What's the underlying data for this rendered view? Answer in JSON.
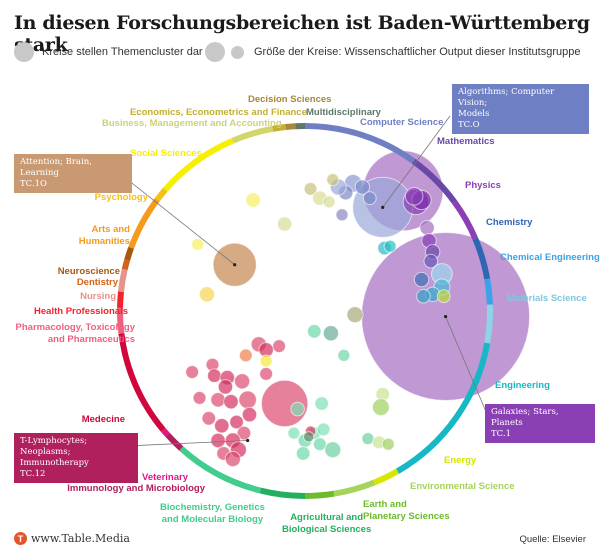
{
  "title": "In diesen Forschungsbereichen ist Baden-Württemberg stark",
  "legend": {
    "item1": "Kreise stellen Themencluster dar",
    "item2": "Größe der Kreise: Wissenschaftlicher Output dieser Institutsgruppe",
    "color": "#c8c8c8"
  },
  "footer": {
    "logo_letter": "T",
    "site": "www.Table.Media",
    "source": "Quelle: Elsevier"
  },
  "chart_data": {
    "type": "bubble-ring",
    "ring_segments": [
      {
        "name": "Computer Science",
        "from": 0,
        "to": 36,
        "color": "#6f7fc4"
      },
      {
        "name": "Mathematics",
        "from": 36,
        "to": 54,
        "color": "#6a48a8"
      },
      {
        "name": "Physics",
        "from": 54,
        "to": 67,
        "color": "#8a3fb5"
      },
      {
        "name": "Chemistry",
        "from": 67,
        "to": 80,
        "color": "#2f65b2"
      },
      {
        "name": "Chemical Engineering",
        "from": 80,
        "to": 88,
        "color": "#3aa2e8"
      },
      {
        "name": "Materials Science",
        "from": 88,
        "to": 100,
        "color": "#8fd3e6"
      },
      {
        "name": "Engineering",
        "from": 100,
        "to": 150,
        "color": "#15b8c4"
      },
      {
        "name": "Energy",
        "from": 150,
        "to": 158,
        "color": "#d6e600"
      },
      {
        "name": "Environmental Science",
        "from": 158,
        "to": 171,
        "color": "#a6d45a"
      },
      {
        "name": "Earth and Planetary Sciences",
        "from": 171,
        "to": 180,
        "color": "#6cbb2a"
      },
      {
        "name": "Agricultural and Biological Sciences",
        "from": 180,
        "to": 194,
        "color": "#22b060"
      },
      {
        "name": "Biochemistry, Genetics and Molecular Biology",
        "from": 194,
        "to": 222,
        "color": "#42cc8e"
      },
      {
        "name": "Immunology and Microbiology",
        "from": 222,
        "to": 228,
        "color": "#b0205c"
      },
      {
        "name": "Veterinary",
        "from": 228,
        "to": 230,
        "color": "#e6148a"
      },
      {
        "name": "Medecine",
        "from": 230,
        "to": 263,
        "color": "#d1063c"
      },
      {
        "name": "Pharmacology, Toxicology and Pharmaceutics",
        "from": 263,
        "to": 271,
        "color": "#f06080"
      },
      {
        "name": "Health Professionals",
        "from": 271,
        "to": 276,
        "color": "#f5222d"
      },
      {
        "name": "Nursing",
        "from": 276,
        "to": 283,
        "color": "#e8928c"
      },
      {
        "name": "Dentistry",
        "from": 283,
        "to": 286,
        "color": "#d4621a"
      },
      {
        "name": "Neuroscience",
        "from": 286,
        "to": 290,
        "color": "#a65a0c"
      },
      {
        "name": "Arts and Humanities",
        "from": 290,
        "to": 307,
        "color": "#f59a1a"
      },
      {
        "name": "Psychology",
        "from": 307,
        "to": 311,
        "color": "#f7c016"
      },
      {
        "name": "Social Sciences",
        "from": 311,
        "to": 337,
        "color": "#f6f000"
      },
      {
        "name": "Business, Management and Accounting",
        "from": 337,
        "to": 350,
        "color": "#d2d66a"
      },
      {
        "name": "Economics, Econometrics and Finance",
        "from": 350,
        "to": 354,
        "color": "#c4b02e"
      },
      {
        "name": "Decision Sciences",
        "from": 354,
        "to": 357,
        "color": "#a8873a"
      },
      {
        "name": "Multidisciplinary",
        "from": 357,
        "to": 360,
        "color": "#5e7868"
      }
    ],
    "labels": [
      {
        "text": "Decision Sciences",
        "color": "#a8873a"
      },
      {
        "text": "Economics, Econometrics and Finance",
        "color": "#c4b02e"
      },
      {
        "text": "Multidisciplinary",
        "color": "#5e7868"
      },
      {
        "text": "Business, Management and Accounting",
        "color": "#cdd27a"
      },
      {
        "text": "Computer Science",
        "color": "#6f7fc4"
      },
      {
        "text": "Mathematics",
        "color": "#6a48a8"
      },
      {
        "text": "Physics",
        "color": "#8a3fb5"
      },
      {
        "text": "Chemistry",
        "color": "#2f65b2"
      },
      {
        "text": "Chemical Engineering",
        "color": "#3aa2e8"
      },
      {
        "text": "Materials Science",
        "color": "#7cc8e0"
      },
      {
        "text": "Engineering",
        "color": "#15b8c4"
      },
      {
        "text": "Energy",
        "color": "#d6e600"
      },
      {
        "text": "Environmental Science",
        "color": "#a6d45a"
      },
      {
        "text": "Earth and\nPlanetary Sciences",
        "color": "#6cbb2a"
      },
      {
        "text": "Agricultural and\nBiological Sciences",
        "color": "#22b060"
      },
      {
        "text": "Biochemistry, Genetics\nand Molecular Biology",
        "color": "#42cc8e"
      },
      {
        "text": "Veterinary",
        "color": "#e6148a"
      },
      {
        "text": "Immunology and Microbiology",
        "color": "#b0205c"
      },
      {
        "text": "Medecine",
        "color": "#d1063c"
      },
      {
        "text": "Pharmacology, Toxicology\nand Pharmaceutics",
        "color": "#f06080"
      },
      {
        "text": "Health Professionals",
        "color": "#f5222d"
      },
      {
        "text": "Nursing",
        "color": "#e8928c"
      },
      {
        "text": "Dentistry",
        "color": "#d4621a"
      },
      {
        "text": "Neuroscience",
        "color": "#a65a0c"
      },
      {
        "text": "Arts and\nHumanities",
        "color": "#f59a1a"
      },
      {
        "text": "Psychology",
        "color": "#f7c016"
      },
      {
        "text": "Social Sciences",
        "color": "#f6f000"
      }
    ],
    "callouts": [
      {
        "lines": [
          "Algorithms; Computer Vision;",
          "Models",
          "TC.O"
        ],
        "color": "#6f7fc4"
      },
      {
        "lines": [
          "Attention; Brain, Learning",
          "TC.1O"
        ],
        "color": "#c99a72"
      },
      {
        "lines": [
          "Galaxies; Stars, Planets",
          "TC.1"
        ],
        "color": "#8a3fb5"
      },
      {
        "lines": [
          "T-Lymphocytes; Neoplasms;",
          "Immunotherapy",
          "TC.12"
        ],
        "color": "#b0205c"
      }
    ],
    "bubbles": [
      {
        "x": 0.53,
        "y": -0.65,
        "size": 1.0,
        "color": "#a56cc2"
      },
      {
        "x": 0.42,
        "y": -0.56,
        "size": 0.75,
        "color": "#9aa8d8"
      },
      {
        "x": 0.76,
        "y": 0.03,
        "size": 2.1,
        "color": "#a56cc2"
      },
      {
        "x": -0.38,
        "y": -0.25,
        "size": 0.54,
        "color": "#c4864e"
      },
      {
        "x": -0.11,
        "y": 0.5,
        "size": 0.58,
        "color": "#dc4a70"
      },
      {
        "x": 0.6,
        "y": -0.59,
        "size": 0.32,
        "color": "#8a3fb5"
      },
      {
        "x": 0.63,
        "y": -0.6,
        "size": 0.24,
        "color": "#7a2aa8"
      },
      {
        "x": 0.59,
        "y": -0.62,
        "size": 0.22,
        "color": "#8a3fb5"
      },
      {
        "x": 0.66,
        "y": -0.45,
        "size": 0.18,
        "color": "#a56cc2"
      },
      {
        "x": 0.67,
        "y": -0.38,
        "size": 0.18,
        "color": "#8a3fb5"
      },
      {
        "x": 0.69,
        "y": -0.32,
        "size": 0.18,
        "color": "#6a48a8"
      },
      {
        "x": 0.68,
        "y": -0.27,
        "size": 0.17,
        "color": "#6a5ab8"
      },
      {
        "x": 0.63,
        "y": -0.17,
        "size": 0.18,
        "color": "#3e72b8"
      },
      {
        "x": 0.74,
        "y": -0.2,
        "size": 0.26,
        "color": "#9bd7ea"
      },
      {
        "x": 0.74,
        "y": -0.13,
        "size": 0.2,
        "color": "#4ab8d8"
      },
      {
        "x": 0.69,
        "y": -0.09,
        "size": 0.18,
        "color": "#3aa8cc"
      },
      {
        "x": 0.75,
        "y": -0.08,
        "size": 0.16,
        "color": "#b6de3a"
      },
      {
        "x": 0.64,
        "y": -0.08,
        "size": 0.17,
        "color": "#3a9ec6"
      },
      {
        "x": 0.43,
        "y": -0.34,
        "size": 0.17,
        "color": "#2fb6c8"
      },
      {
        "x": 0.46,
        "y": -0.35,
        "size": 0.15,
        "color": "#24c0c8"
      },
      {
        "x": 0.26,
        "y": -0.69,
        "size": 0.22,
        "color": "#8b9ad0"
      },
      {
        "x": 0.31,
        "y": -0.67,
        "size": 0.18,
        "color": "#7a8bc8"
      },
      {
        "x": 0.22,
        "y": -0.64,
        "size": 0.18,
        "color": "#7a8bc8"
      },
      {
        "x": 0.35,
        "y": -0.61,
        "size": 0.16,
        "color": "#7a8bc8"
      },
      {
        "x": 0.18,
        "y": -0.67,
        "size": 0.2,
        "color": "#9aa8d8"
      },
      {
        "x": 0.2,
        "y": -0.52,
        "size": 0.15,
        "color": "#8a86c0"
      },
      {
        "x": 0.15,
        "y": -0.71,
        "size": 0.15,
        "color": "#c8c07a"
      },
      {
        "x": 0.03,
        "y": -0.66,
        "size": 0.16,
        "color": "#c8c07a"
      },
      {
        "x": 0.08,
        "y": -0.61,
        "size": 0.18,
        "color": "#d8dc9a"
      },
      {
        "x": 0.13,
        "y": -0.59,
        "size": 0.15,
        "color": "#d8dc9a"
      },
      {
        "x": -0.28,
        "y": -0.6,
        "size": 0.18,
        "color": "#f6f060"
      },
      {
        "x": -0.11,
        "y": -0.47,
        "size": 0.18,
        "color": "#d8dc9a"
      },
      {
        "x": -0.58,
        "y": -0.36,
        "size": 0.15,
        "color": "#f6f060"
      },
      {
        "x": -0.53,
        "y": -0.09,
        "size": 0.19,
        "color": "#f6d450"
      },
      {
        "x": 0.27,
        "y": 0.02,
        "size": 0.2,
        "color": "#a8a878"
      },
      {
        "x": 0.14,
        "y": 0.12,
        "size": 0.19,
        "color": "#6aa898"
      },
      {
        "x": 0.05,
        "y": 0.11,
        "size": 0.17,
        "color": "#6cd8a8"
      },
      {
        "x": 0.21,
        "y": 0.24,
        "size": 0.15,
        "color": "#6cd8a8"
      },
      {
        "x": -0.14,
        "y": 0.19,
        "size": 0.16,
        "color": "#dc4a70"
      },
      {
        "x": -0.25,
        "y": 0.18,
        "size": 0.19,
        "color": "#dc4a70"
      },
      {
        "x": -0.21,
        "y": 0.21,
        "size": 0.18,
        "color": "#d43060"
      },
      {
        "x": -0.32,
        "y": 0.24,
        "size": 0.16,
        "color": "#f08050"
      },
      {
        "x": -0.21,
        "y": 0.27,
        "size": 0.15,
        "color": "#f6e83a"
      },
      {
        "x": -0.21,
        "y": 0.34,
        "size": 0.16,
        "color": "#dc4a70"
      },
      {
        "x": -0.61,
        "y": 0.33,
        "size": 0.16,
        "color": "#dc4a70"
      },
      {
        "x": -0.5,
        "y": 0.29,
        "size": 0.16,
        "color": "#dc4a70"
      },
      {
        "x": -0.49,
        "y": 0.35,
        "size": 0.17,
        "color": "#d43060"
      },
      {
        "x": -0.42,
        "y": 0.36,
        "size": 0.18,
        "color": "#d43060"
      },
      {
        "x": -0.43,
        "y": 0.41,
        "size": 0.18,
        "color": "#d43060"
      },
      {
        "x": -0.34,
        "y": 0.38,
        "size": 0.19,
        "color": "#dc4a70"
      },
      {
        "x": -0.57,
        "y": 0.47,
        "size": 0.16,
        "color": "#dc4a70"
      },
      {
        "x": -0.47,
        "y": 0.48,
        "size": 0.18,
        "color": "#dc4a70"
      },
      {
        "x": -0.4,
        "y": 0.49,
        "size": 0.18,
        "color": "#d43060"
      },
      {
        "x": -0.31,
        "y": 0.48,
        "size": 0.22,
        "color": "#dc4a70"
      },
      {
        "x": -0.3,
        "y": 0.56,
        "size": 0.18,
        "color": "#d43060"
      },
      {
        "x": -0.52,
        "y": 0.58,
        "size": 0.17,
        "color": "#dc4a70"
      },
      {
        "x": -0.45,
        "y": 0.62,
        "size": 0.18,
        "color": "#d43060"
      },
      {
        "x": -0.37,
        "y": 0.6,
        "size": 0.17,
        "color": "#d43060"
      },
      {
        "x": -0.33,
        "y": 0.66,
        "size": 0.17,
        "color": "#dc4a70"
      },
      {
        "x": -0.47,
        "y": 0.7,
        "size": 0.18,
        "color": "#d43060"
      },
      {
        "x": -0.39,
        "y": 0.7,
        "size": 0.19,
        "color": "#d43060"
      },
      {
        "x": -0.36,
        "y": 0.75,
        "size": 0.2,
        "color": "#d43060"
      },
      {
        "x": -0.44,
        "y": 0.77,
        "size": 0.17,
        "color": "#dc4a70"
      },
      {
        "x": -0.39,
        "y": 0.8,
        "size": 0.19,
        "color": "#dc4a70"
      },
      {
        "x": -0.06,
        "y": 0.66,
        "size": 0.15,
        "color": "#7ee0b6"
      },
      {
        "x": 0.0,
        "y": 0.7,
        "size": 0.17,
        "color": "#6cd8a8"
      },
      {
        "x": 0.05,
        "y": 0.66,
        "size": 0.16,
        "color": "#7ee0b6"
      },
      {
        "x": 0.03,
        "y": 0.65,
        "size": 0.13,
        "color": "#d43060"
      },
      {
        "x": 0.02,
        "y": 0.68,
        "size": 0.13,
        "color": "#6a8c6e"
      },
      {
        "x": 0.1,
        "y": 0.64,
        "size": 0.16,
        "color": "#7ee0b6"
      },
      {
        "x": 0.08,
        "y": 0.72,
        "size": 0.16,
        "color": "#6cd8a8"
      },
      {
        "x": -0.01,
        "y": 0.77,
        "size": 0.17,
        "color": "#6cd8a8"
      },
      {
        "x": -0.04,
        "y": 0.53,
        "size": 0.17,
        "color": "#7ee0b6"
      },
      {
        "x": 0.09,
        "y": 0.5,
        "size": 0.17,
        "color": "#7ee0b6"
      },
      {
        "x": 0.15,
        "y": 0.75,
        "size": 0.2,
        "color": "#6cd0a0"
      },
      {
        "x": 0.42,
        "y": 0.45,
        "size": 0.17,
        "color": "#c8e290"
      },
      {
        "x": 0.41,
        "y": 0.52,
        "size": 0.21,
        "color": "#9ed060"
      },
      {
        "x": 0.34,
        "y": 0.69,
        "size": 0.15,
        "color": "#6cd0a0"
      },
      {
        "x": 0.4,
        "y": 0.71,
        "size": 0.16,
        "color": "#c8e290"
      },
      {
        "x": 0.45,
        "y": 0.72,
        "size": 0.15,
        "color": "#9ed060"
      }
    ]
  }
}
